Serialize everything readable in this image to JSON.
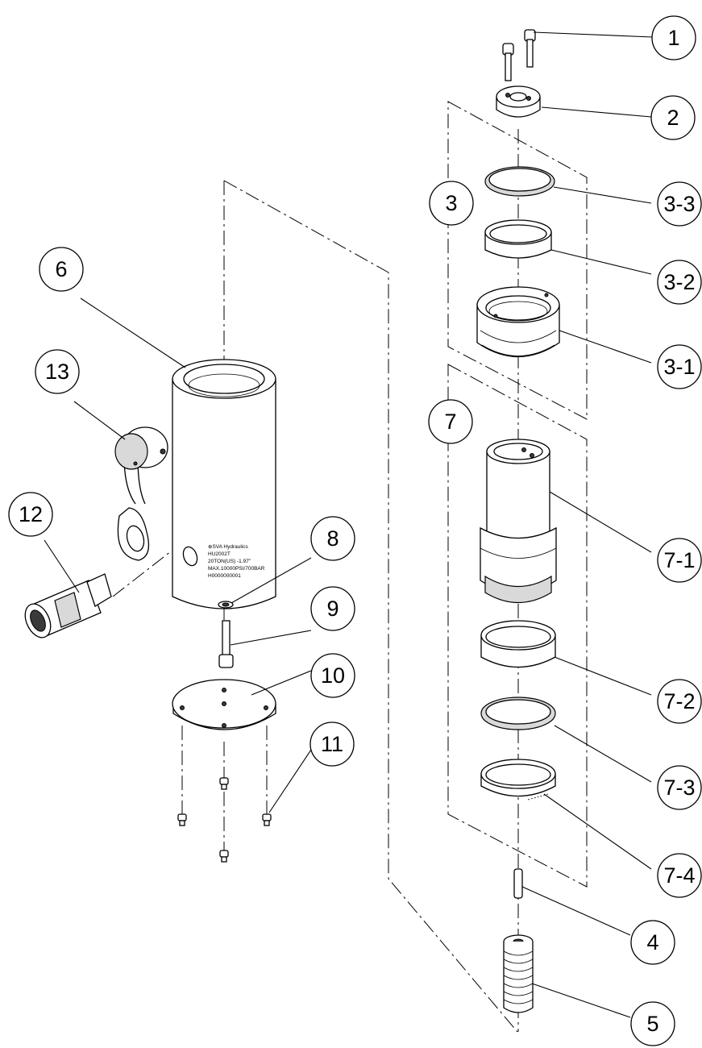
{
  "bubbles": [
    {
      "id": "1",
      "label": "1"
    },
    {
      "id": "2",
      "label": "2"
    },
    {
      "id": "3",
      "label": "3"
    },
    {
      "id": "3-3",
      "label": "3-3"
    },
    {
      "id": "3-2",
      "label": "3-2"
    },
    {
      "id": "3-1",
      "label": "3-1"
    },
    {
      "id": "7",
      "label": "7"
    },
    {
      "id": "7-1",
      "label": "7-1"
    },
    {
      "id": "7-2",
      "label": "7-2"
    },
    {
      "id": "7-3",
      "label": "7-3"
    },
    {
      "id": "7-4",
      "label": "7-4"
    },
    {
      "id": "4",
      "label": "4"
    },
    {
      "id": "5",
      "label": "5"
    },
    {
      "id": "6",
      "label": "6"
    },
    {
      "id": "13",
      "label": "13"
    },
    {
      "id": "12",
      "label": "12"
    },
    {
      "id": "8",
      "label": "8"
    },
    {
      "id": "9",
      "label": "9"
    },
    {
      "id": "10",
      "label": "10"
    },
    {
      "id": "11",
      "label": "11"
    }
  ],
  "cylinder_marking": {
    "line1": "⊕SVA Hydraulics",
    "line2": "HU2002T",
    "line3": "20TON(US) -1.97\"",
    "line4": "MAX.10000PSI/700BAR",
    "line5": "H0000000001"
  }
}
